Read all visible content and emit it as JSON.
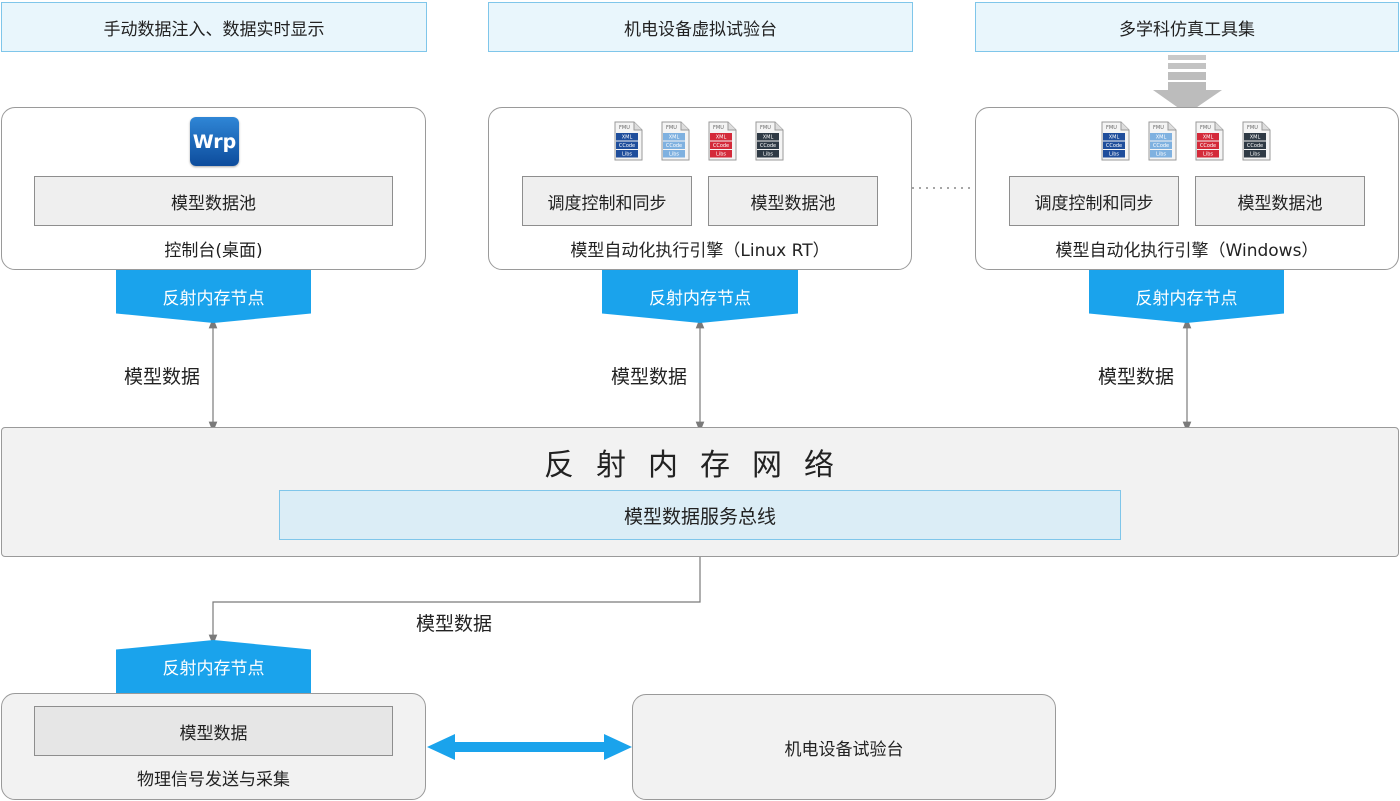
{
  "headers": {
    "left": "手动数据注入、数据实时显示",
    "middle": "机电设备虚拟试验台",
    "right": "多学科仿真工具集"
  },
  "console": {
    "logo_text": "Wrp",
    "pool_label": "模型数据池",
    "caption": "控制台(桌面)"
  },
  "engine_linux": {
    "sched_label": "调度控制和同步",
    "pool_label": "模型数据池",
    "caption": "模型自动化执行引擎（Linux RT）"
  },
  "engine_windows": {
    "sched_label": "调度控制和同步",
    "pool_label": "模型数据池",
    "caption": "模型自动化执行引擎（Windows）"
  },
  "file_icons": {
    "header": "FMU",
    "rows": [
      "XML",
      "CCode",
      "Libs"
    ],
    "colors": [
      "#1f4e9c",
      "#7fb1e0",
      "#d42a3a",
      "#2f3a45"
    ]
  },
  "node_label": "反射内存节点",
  "model_data_label": "模型数据",
  "network": {
    "title": "反射内存网络",
    "bus_label": "模型数据服务总线"
  },
  "physical": {
    "data_label": "模型数据",
    "caption": "物理信号发送与采集"
  },
  "testbed": {
    "label": "机电设备试验台"
  },
  "colors": {
    "accent": "#1aa3ec",
    "header_bg": "#e9f6fc",
    "header_border": "#7fc6ea"
  }
}
